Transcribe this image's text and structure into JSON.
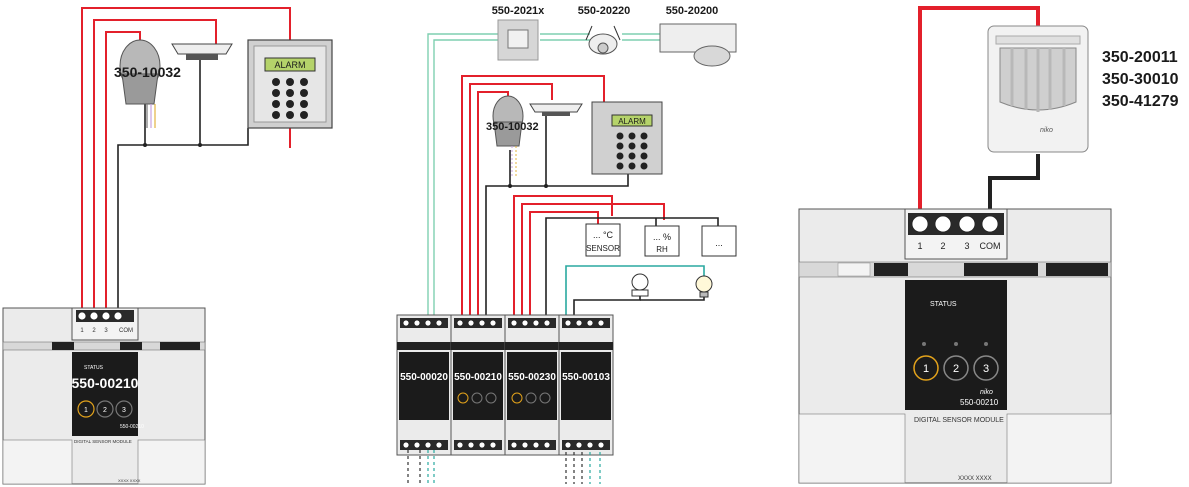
{
  "labels": {
    "d1_sensor": "350-10032",
    "d1_module": "550-00210",
    "d2_top1": "550-2021x",
    "d2_top2": "550-20220",
    "d2_top3": "550-20200",
    "d2_sensor": "350-10032",
    "d2_m1": "550-00020",
    "d2_m2": "550-00210",
    "d2_m3": "550-00230",
    "d2_m4": "550-00103",
    "d3_code1": "350-20011",
    "d3_code2": "350-30010",
    "d3_code3": "350-41279",
    "d3_module": "550-00210"
  },
  "keypad": {
    "display": "ALARM"
  },
  "sensors": {
    "temp_top": "... °C",
    "temp_bottom": "SENSOR",
    "rh_top": "... %",
    "rh_bottom": "RH",
    "blank": "..."
  },
  "module": {
    "status": "STATUS",
    "brand": "niko",
    "btn1": "1",
    "btn2": "2",
    "btn3": "3",
    "term1": "1",
    "term2": "2",
    "term3": "3",
    "term_com": "COM",
    "product_name": "DIGITAL SENSOR MODULE",
    "serial": "XXXX XXXX"
  },
  "colors": {
    "wire_red": "#e3202b",
    "wire_black": "#222222",
    "wire_teal": "#2aa9a0",
    "button_active": "#e2a21b",
    "panel": "#1b1b1b"
  }
}
